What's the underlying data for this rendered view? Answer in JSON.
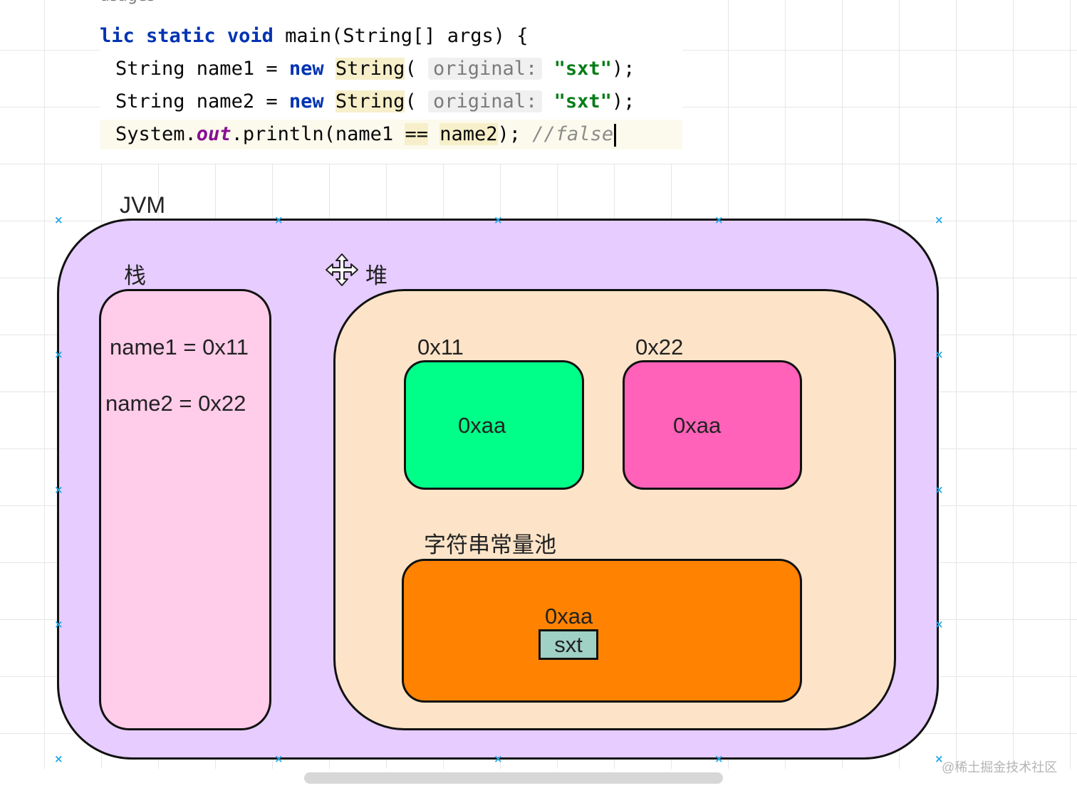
{
  "code": {
    "usages": "usages",
    "main_prefix": "lic",
    "kw_static": "static",
    "kw_void": "void",
    "main_rest": " main(String[] args) {",
    "decl_type": "String ",
    "var1": "name1",
    "var2": "name2",
    "eq": " = ",
    "kw_new": "new",
    "ctor": "String",
    "paren_open": "(",
    "hint": "original:",
    "str_literal": "\"sxt\"",
    "stmt_end": ");",
    "sys_prefix": "System.",
    "sys_out": "out",
    "println_open": ".println(",
    "cmp_op": "==",
    "println_close": "); ",
    "comment": "//false"
  },
  "diagram": {
    "jvm_label": "JVM",
    "stack_label": "栈",
    "heap_label": "堆",
    "stack_entries": [
      "name1 = 0x11",
      "name2 = 0x22"
    ],
    "heap_objects": [
      {
        "address": "0x11",
        "content": "0xaa",
        "color": "#00ff88"
      },
      {
        "address": "0x22",
        "content": "0xaa",
        "color": "#ff62b8"
      }
    ],
    "string_pool": {
      "label": "字符串常量池",
      "address": "0xaa",
      "value": "sxt",
      "color": "#ff8300"
    }
  },
  "colors": {
    "jvm": "#e6ccff",
    "stack": "#ffccea",
    "heap": "#fde4c8",
    "sxt_cell": "#9fd1c4",
    "selection_handle": "#1fa8e8"
  },
  "watermark": "@稀土掘金技术社区"
}
